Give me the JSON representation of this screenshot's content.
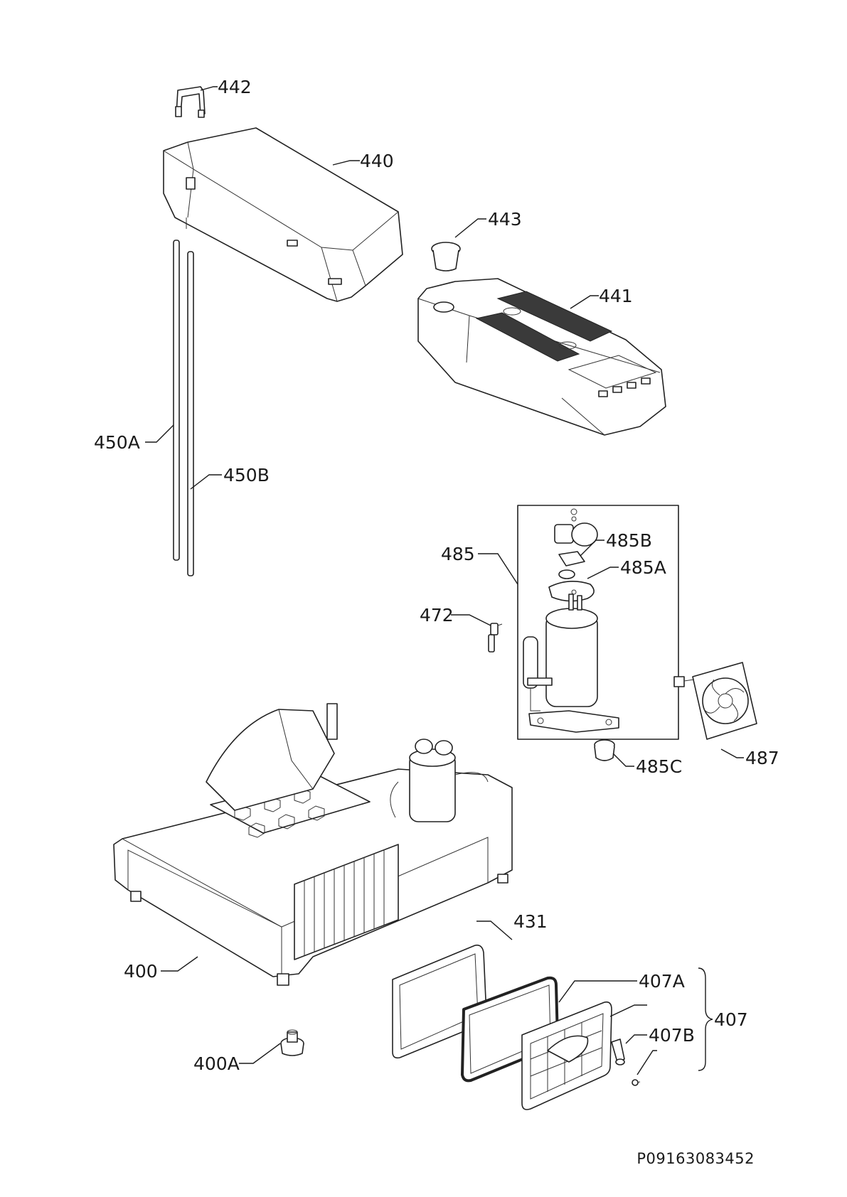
{
  "parts": {
    "p442": "442",
    "p440": "440",
    "p443": "443",
    "p441": "441",
    "p450A": "450A",
    "p450B": "450B",
    "p485": "485",
    "p485B": "485B",
    "p485A": "485A",
    "p472": "472",
    "p487": "487",
    "p485C": "485C",
    "p431": "431",
    "p400": "400",
    "p407A": "407A",
    "p407": "407",
    "p407B": "407B",
    "p400A": "400A"
  },
  "reference_code": "P09163083452"
}
